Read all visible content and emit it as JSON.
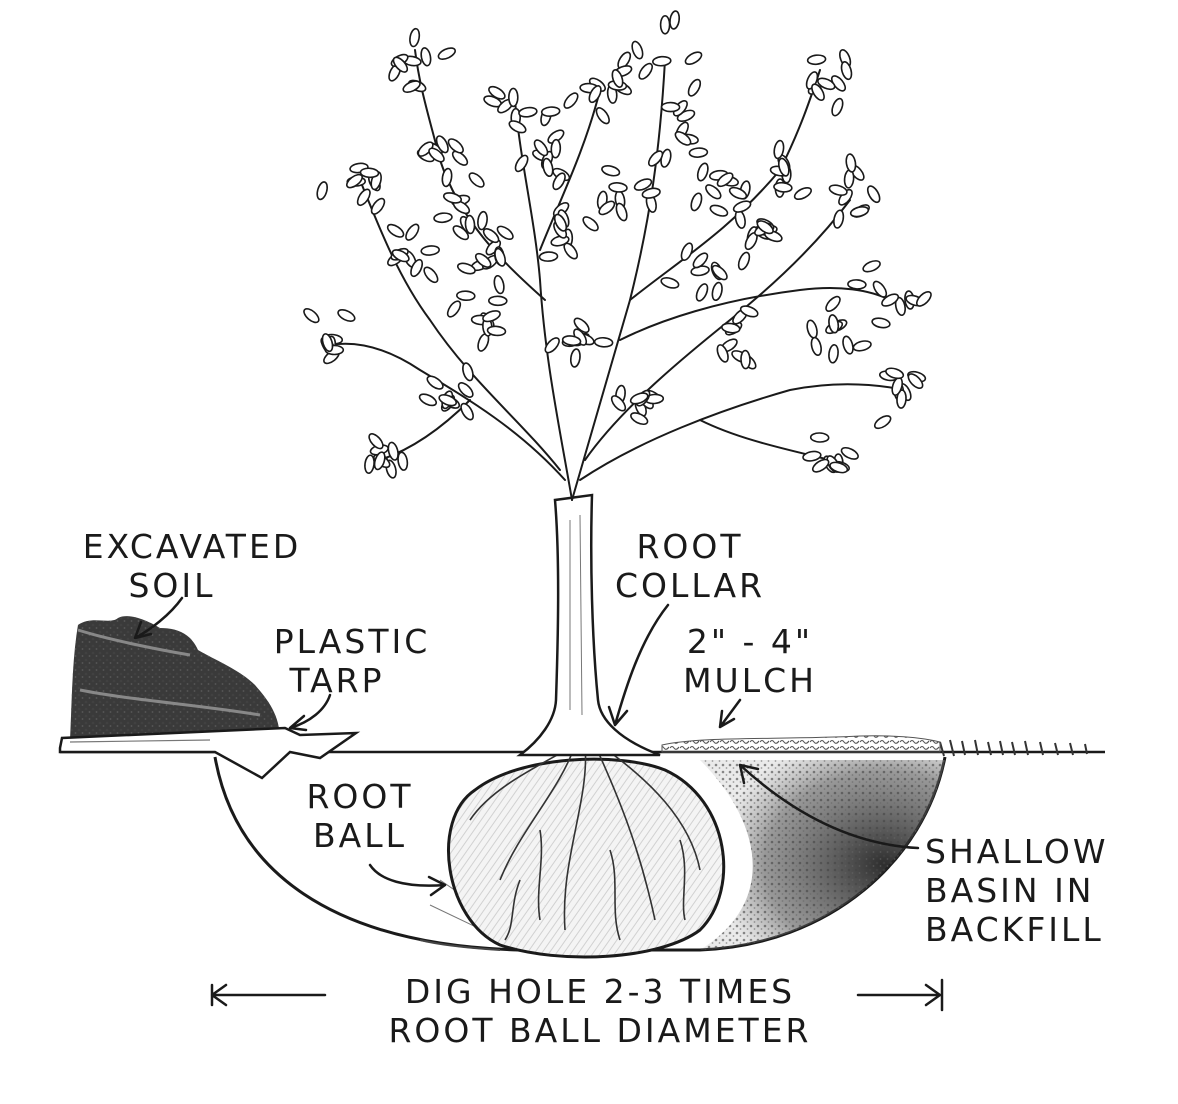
{
  "labels": {
    "excavated_soil": [
      "EXCAVATED",
      "SOIL"
    ],
    "plastic_tarp": [
      "PLASTIC",
      "TARP"
    ],
    "root_collar": [
      "ROOT",
      "COLLAR"
    ],
    "mulch": [
      "2\" - 4\"",
      "MULCH"
    ],
    "root_ball": [
      "ROOT",
      "BALL"
    ],
    "shallow_basin": [
      "SHALLOW",
      "BASIN IN",
      "BACKFILL"
    ],
    "dig_hole": [
      "DIG HOLE 2-3 TIMES",
      "ROOT BALL DIAMETER"
    ]
  },
  "colors": {
    "ink": "#1a1a1a",
    "background": "#ffffff"
  }
}
